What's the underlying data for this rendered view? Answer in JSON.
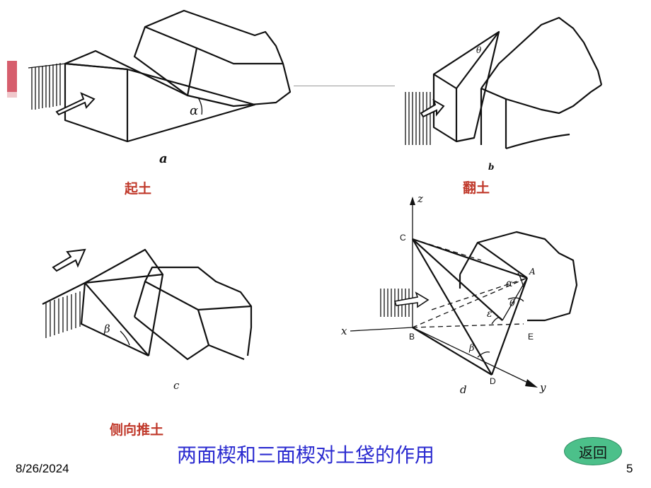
{
  "captions": {
    "lift": "起土",
    "turn": "翻土",
    "side_push": "侧向推土"
  },
  "title": "两面楔和三面楔对土垡的作用",
  "footer": {
    "date": "8/26/2024",
    "page": "5"
  },
  "back_button": "返回",
  "figure_labels": {
    "a": "a",
    "alpha": "α",
    "b": "b",
    "theta": "θ",
    "c": "c",
    "beta": "β",
    "d": "d",
    "x": "x",
    "y": "y",
    "z": "z",
    "C": "C",
    "A": "A",
    "B": "B",
    "D": "D",
    "E": "E",
    "eps": "ε",
    "alpha_d": "α",
    "theta_d": "θ",
    "beta_d": "β"
  },
  "colors": {
    "caption": "#c0392b",
    "title": "#2b2bd0",
    "button": "#4cc08a"
  }
}
